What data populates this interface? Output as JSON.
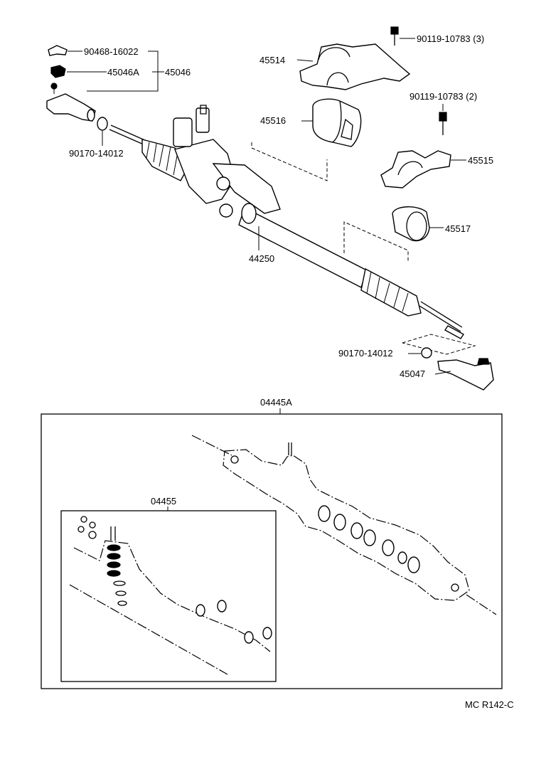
{
  "labels": {
    "p90468": "90468-16022",
    "p45046a": "45046A",
    "p45046": "45046",
    "p90170_left": "90170-14012",
    "p45514": "45514",
    "p90119_3": "90119-10783 (3)",
    "p90119_2": "90119-10783 (2)",
    "p45516": "45516",
    "p45515": "45515",
    "p45517": "45517",
    "p44250": "44250",
    "p90170_right": "90170-14012",
    "p45047": "45047",
    "p04445a": "04445A",
    "p04455": "04455",
    "footer_code": "MC R142-C"
  }
}
